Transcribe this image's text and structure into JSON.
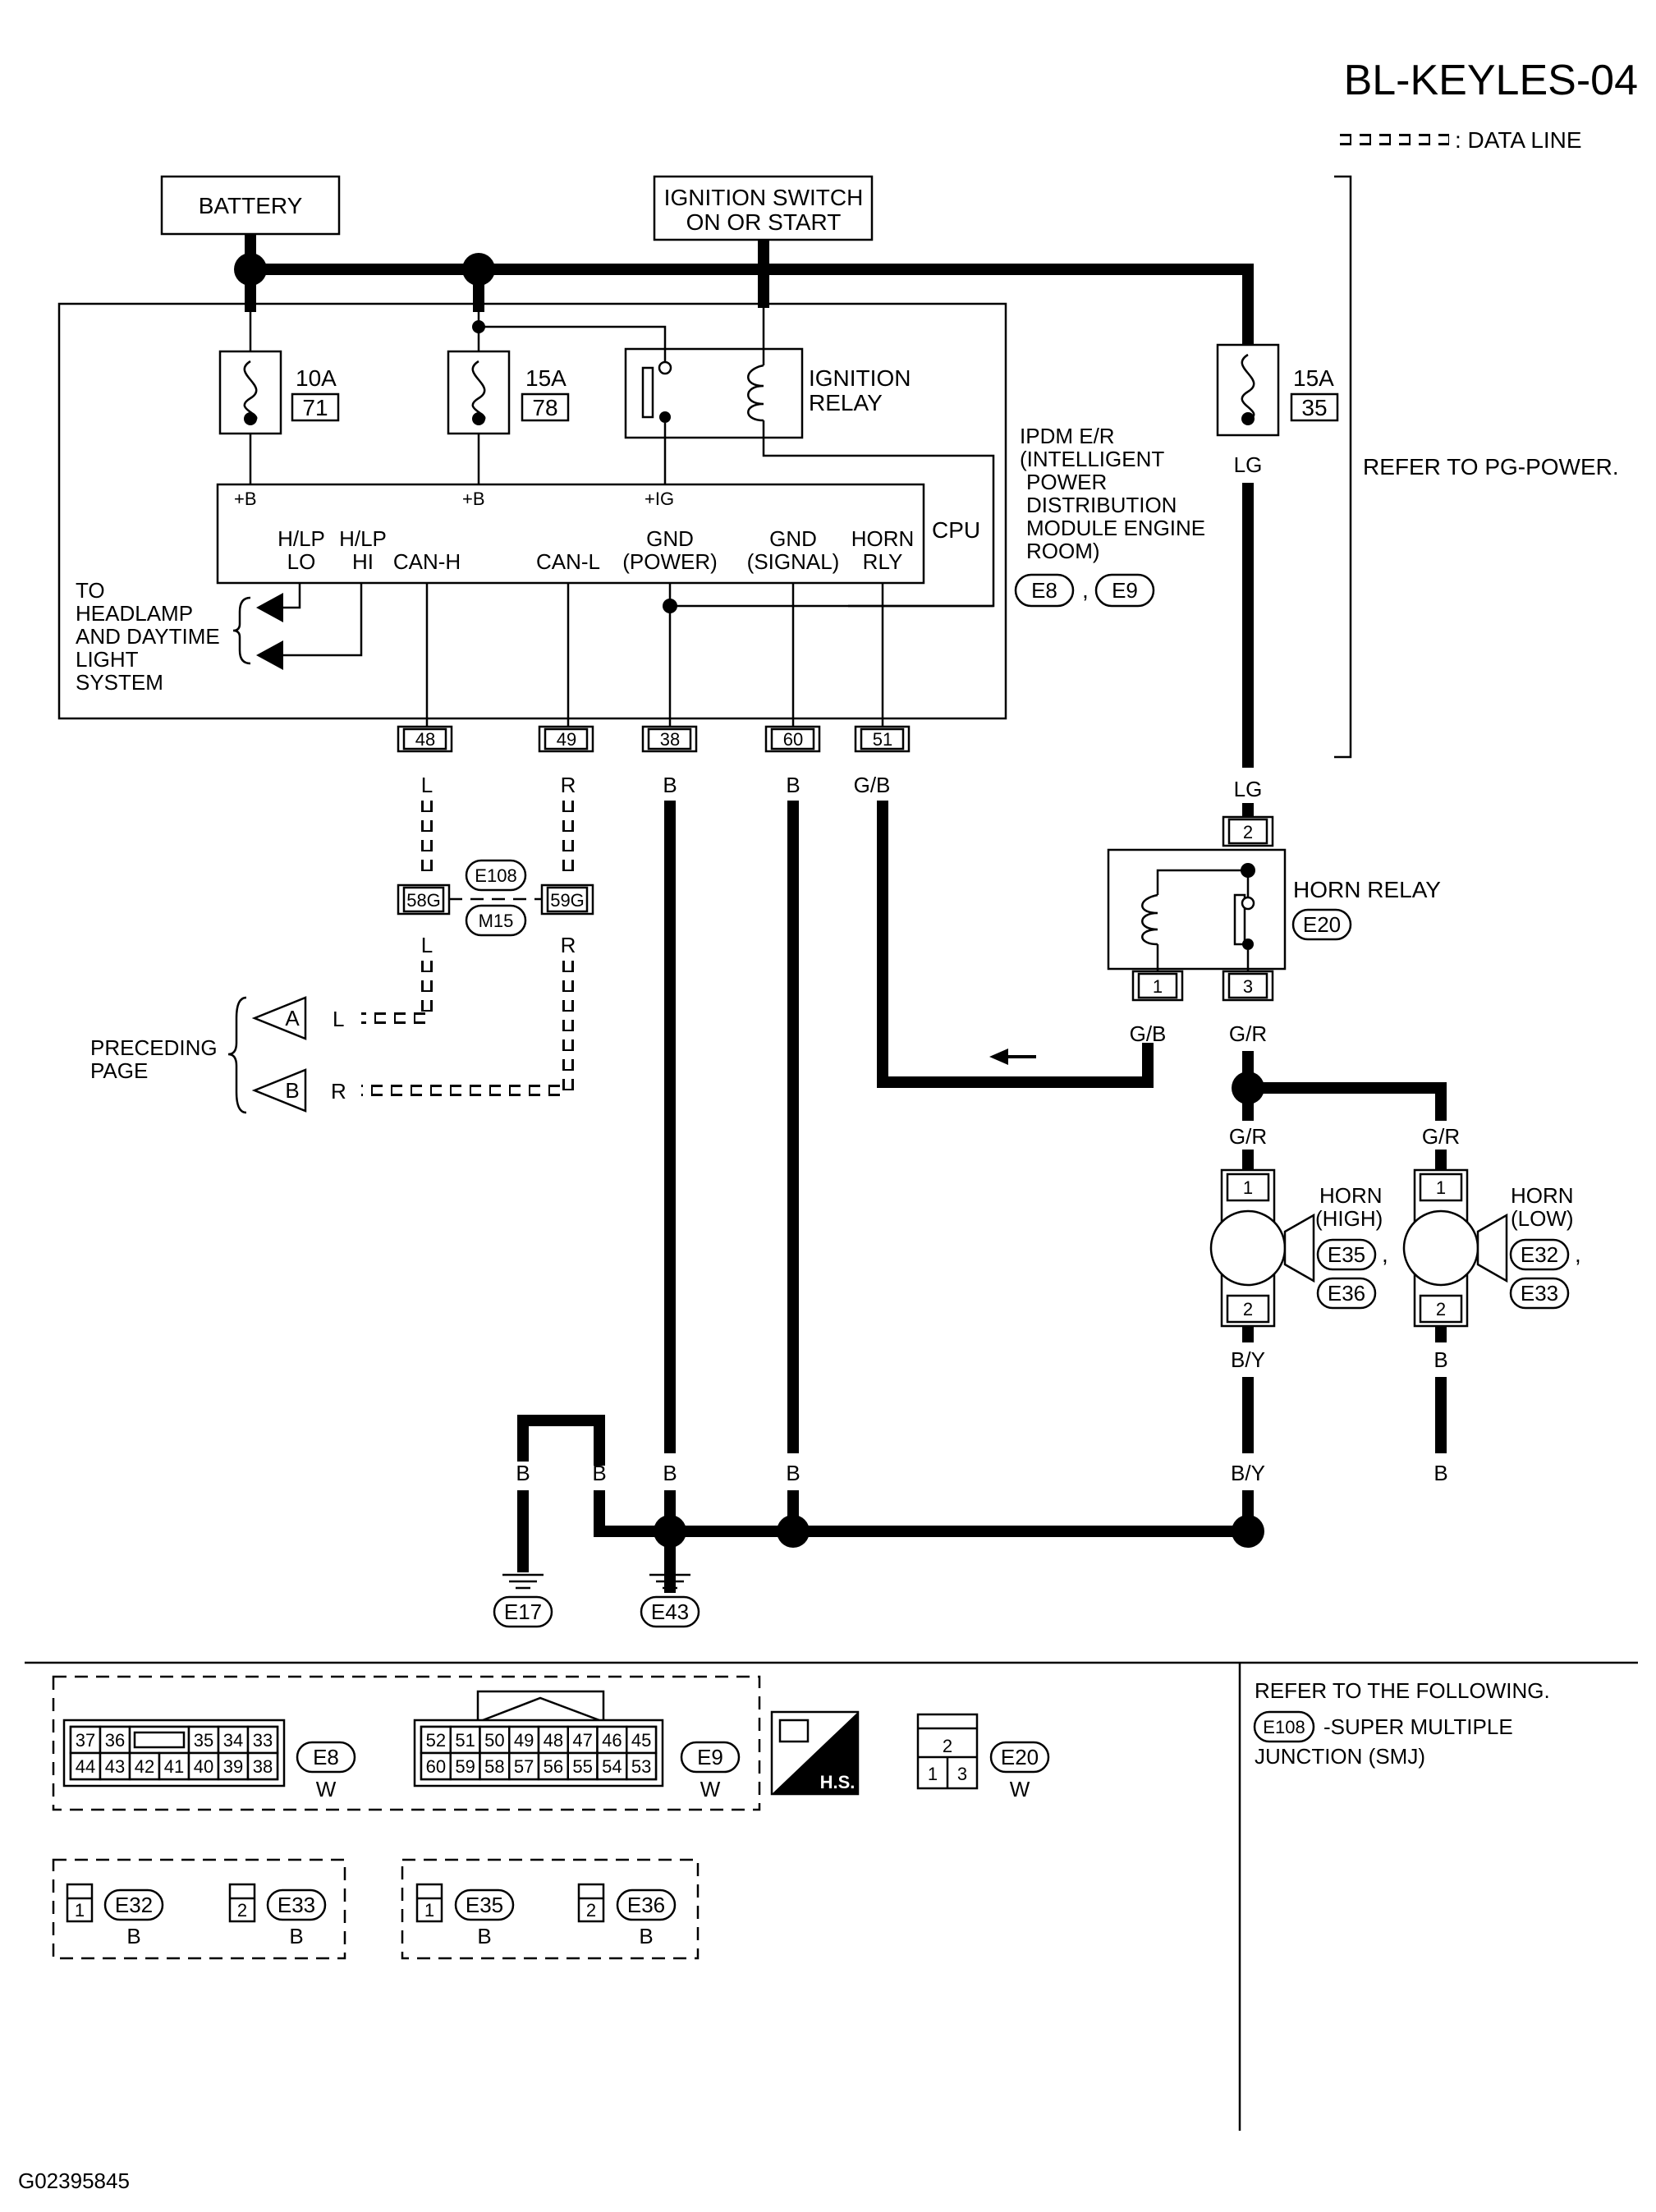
{
  "title": "BL-KEYLES-04",
  "legend": {
    "data_line": ": DATA LINE"
  },
  "figure_id": "G02395845",
  "sources": {
    "battery": "BATTERY",
    "ignition_line1": "IGNITION SWITCH",
    "ignition_line2": "ON OR START"
  },
  "ipdm": {
    "fuses": [
      {
        "amps": "10A",
        "number": "71"
      },
      {
        "amps": "15A",
        "number": "78"
      },
      {
        "amps": "15A",
        "number": "35"
      }
    ],
    "relay_line1": "IGNITION",
    "relay_line2": "RELAY",
    "label_lines": [
      "IPDM E/R",
      "(INTELLIGENT",
      "POWER",
      "DISTRIBUTION",
      "MODULE ENGINE",
      "ROOM)"
    ],
    "connectors": [
      "E8",
      "E9"
    ],
    "cpu": "CPU",
    "pins_top": [
      "+B",
      "+B",
      "+IG"
    ],
    "pins_bottom": [
      {
        "top": "H/LP",
        "bottom": "LO"
      },
      {
        "top": "H/LP",
        "bottom": "HI"
      },
      {
        "top": "",
        "bottom": "CAN-H"
      },
      {
        "top": "",
        "bottom": "CAN-L"
      },
      {
        "top": "GND",
        "bottom": "(POWER)"
      },
      {
        "top": "GND",
        "bottom": "(SIGNAL)"
      },
      {
        "top": "HORN",
        "bottom": "RLY"
      }
    ],
    "terminals": [
      "48",
      "49",
      "38",
      "60",
      "51"
    ]
  },
  "headlamp_note": [
    "TO",
    "HEADLAMP",
    "AND DAYTIME",
    "LIGHT",
    "SYSTEM"
  ],
  "refer_pg": "REFER TO PG-POWER.",
  "wire_colors": {
    "lg": "LG",
    "l": "L",
    "r": "R",
    "b": "B",
    "gb": "G/B",
    "gr": "G/R",
    "by": "B/Y"
  },
  "smj": {
    "top": "E108",
    "bottom": "M15",
    "pin_l": "58G",
    "pin_r": "59G"
  },
  "preceding": {
    "line1": "PRECEDING",
    "line2": "PAGE",
    "a": "A",
    "b": "B"
  },
  "horn_relay": {
    "label": "HORN RELAY",
    "connector": "E20",
    "pins": [
      "2",
      "1",
      "3"
    ]
  },
  "horn_high": {
    "line1": "HORN",
    "line2": "(HIGH)",
    "connectors": [
      "E35",
      "E36"
    ],
    "pins": [
      "1",
      "2"
    ]
  },
  "horn_low": {
    "line1": "HORN",
    "line2": "(LOW)",
    "connectors": [
      "E32",
      "E33"
    ],
    "pins": [
      "1",
      "2"
    ]
  },
  "grounds": [
    "E17",
    "E43"
  ],
  "connector_views": {
    "e8": {
      "id": "E8",
      "color": "W",
      "row1": [
        "37",
        "36",
        "",
        "35",
        "34",
        "33"
      ],
      "row2": [
        "44",
        "43",
        "42",
        "41",
        "40",
        "39",
        "38"
      ]
    },
    "e9": {
      "id": "E9",
      "color": "W",
      "row1": [
        "52",
        "51",
        "50",
        "49",
        "48",
        "47",
        "46",
        "45"
      ],
      "row2": [
        "60",
        "59",
        "58",
        "57",
        "56",
        "55",
        "54",
        "53"
      ]
    },
    "hs": "H.S.",
    "e20": {
      "id": "E20",
      "color": "W",
      "row1": [
        "2"
      ],
      "row2": [
        "1",
        "3"
      ]
    },
    "e32": {
      "id": "E32",
      "color": "B",
      "pin": "1"
    },
    "e33": {
      "id": "E33",
      "color": "B",
      "pin": "2"
    },
    "e35": {
      "id": "E35",
      "color": "B",
      "pin": "1"
    },
    "e36": {
      "id": "E36",
      "color": "B",
      "pin": "2"
    }
  },
  "refer_following": {
    "line1": "REFER TO THE FOLLOWING.",
    "connector": "E108",
    "line2": "-SUPER MULTIPLE",
    "line3": "JUNCTION (SMJ)"
  }
}
